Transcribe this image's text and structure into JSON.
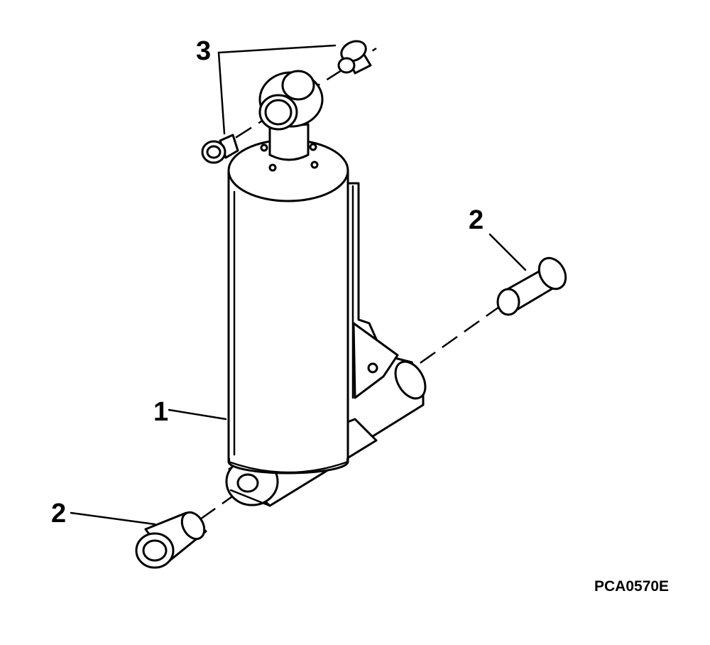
{
  "callouts": {
    "cylinder": "1",
    "bushing_right": "2",
    "bushing_left": "2",
    "bushing_top": "3"
  },
  "figure_id": "PCA0570E"
}
